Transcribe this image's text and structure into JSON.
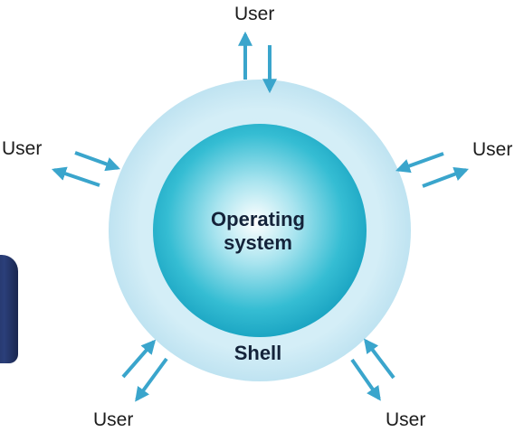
{
  "diagram": {
    "core_label_line1": "Operating",
    "core_label_line2": "system",
    "shell_label": "Shell",
    "user_labels": {
      "top": "User",
      "left": "User",
      "right": "User",
      "bottom_left": "User",
      "bottom_right": "User"
    }
  },
  "colors": {
    "arrow": "#3aa5cc",
    "shell_outer": "#d6eff8",
    "core": "#2fb6cf",
    "text": "#14233a"
  }
}
